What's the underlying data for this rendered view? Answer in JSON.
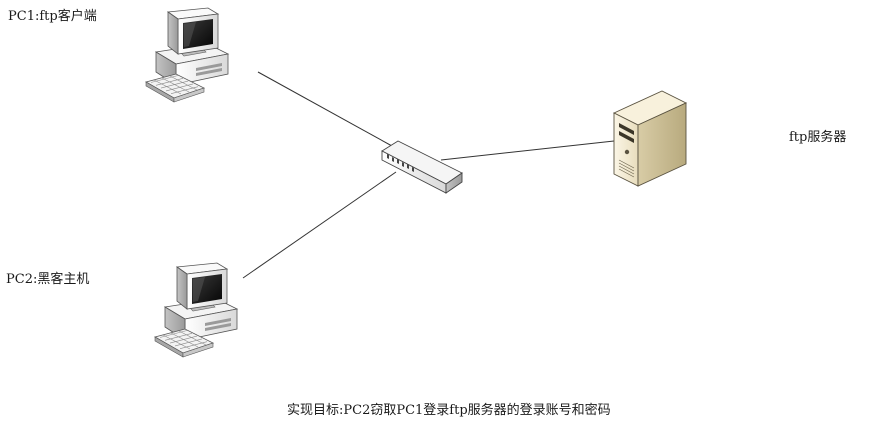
{
  "nodes": {
    "pc1": {
      "label": "PC1:ftp客户端",
      "icon": "desktop-computer-icon"
    },
    "pc2": {
      "label": "PC2:黑客主机",
      "icon": "desktop-computer-icon"
    },
    "switch": {
      "icon": "network-switch-icon"
    },
    "server": {
      "label": "ftp服务器",
      "icon": "tower-server-icon"
    }
  },
  "links": [
    {
      "from": "pc1",
      "to": "switch"
    },
    {
      "from": "pc2",
      "to": "switch"
    },
    {
      "from": "switch",
      "to": "server"
    }
  ],
  "caption": "实现目标:PC2窃取PC1登录ftp服务器的登录账号和密码",
  "colors": {
    "line": "#333333",
    "device_light": "#f2f2f2",
    "device_mid": "#cfcfcf",
    "device_dark": "#8a8a8a",
    "screen": "#1e1e1e",
    "server_body": "#efe6cc",
    "server_side": "#cbbf9a",
    "server_top": "#f7f0dc"
  }
}
